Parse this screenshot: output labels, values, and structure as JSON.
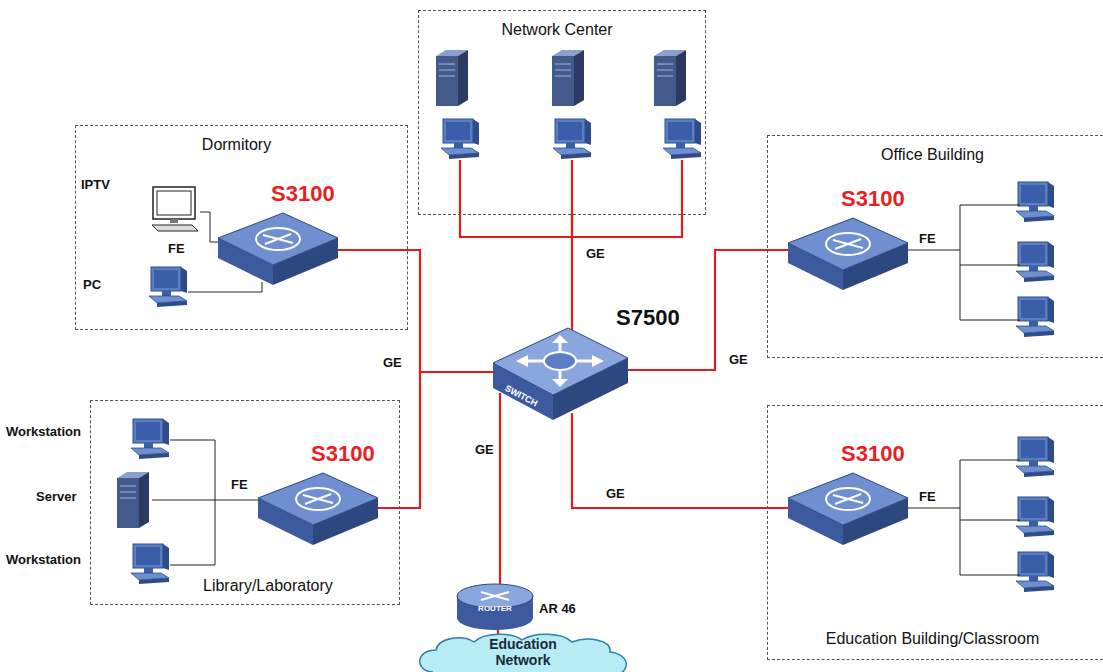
{
  "diagram": {
    "nodes": [
      {
        "text": [
          "Network Center"
        ]
      },
      {
        "text": [
          "Dormitory"
        ]
      },
      {
        "text": [
          "S3100"
        ],
        "in": 1
      },
      {
        "text": [
          "Office Building"
        ]
      },
      {
        "text": [
          "S3100"
        ],
        "in": 3
      },
      {
        "text": [
          "S7500",
          "SWITCH"
        ]
      },
      {
        "text": [
          "Library/Laboratory"
        ]
      },
      {
        "text": [
          "S3100"
        ],
        "in": 6
      },
      {
        "text": [
          "Education Building/Classroom"
        ]
      },
      {
        "text": [
          "S3100"
        ],
        "in": 8
      },
      {
        "text": [
          "AR 46",
          "ROUTER"
        ]
      },
      {
        "text": [
          "Education Network"
        ]
      }
    ],
    "edges": [
      {
        "from": 0,
        "to": 5,
        "label": "GE",
        "arrow": "none"
      },
      {
        "from": 2,
        "to": 5,
        "label": "GE",
        "arrow": "none"
      },
      {
        "from": 4,
        "to": 5,
        "label": "GE",
        "arrow": "none"
      },
      {
        "from": 7,
        "to": 5,
        "arrow": "none"
      },
      {
        "from": 5,
        "to": 9,
        "label": "GE",
        "arrow": "none"
      },
      {
        "from": 5,
        "to": 10,
        "label": "GE",
        "arrow": "none"
      },
      {
        "from": 10,
        "to": 11,
        "arrow": "none"
      }
    ],
    "labels": [
      "IPTV",
      "FE",
      "PC",
      "FE",
      "Workstation",
      "Server",
      "FE",
      "Workstation",
      "FE"
    ]
  }
}
